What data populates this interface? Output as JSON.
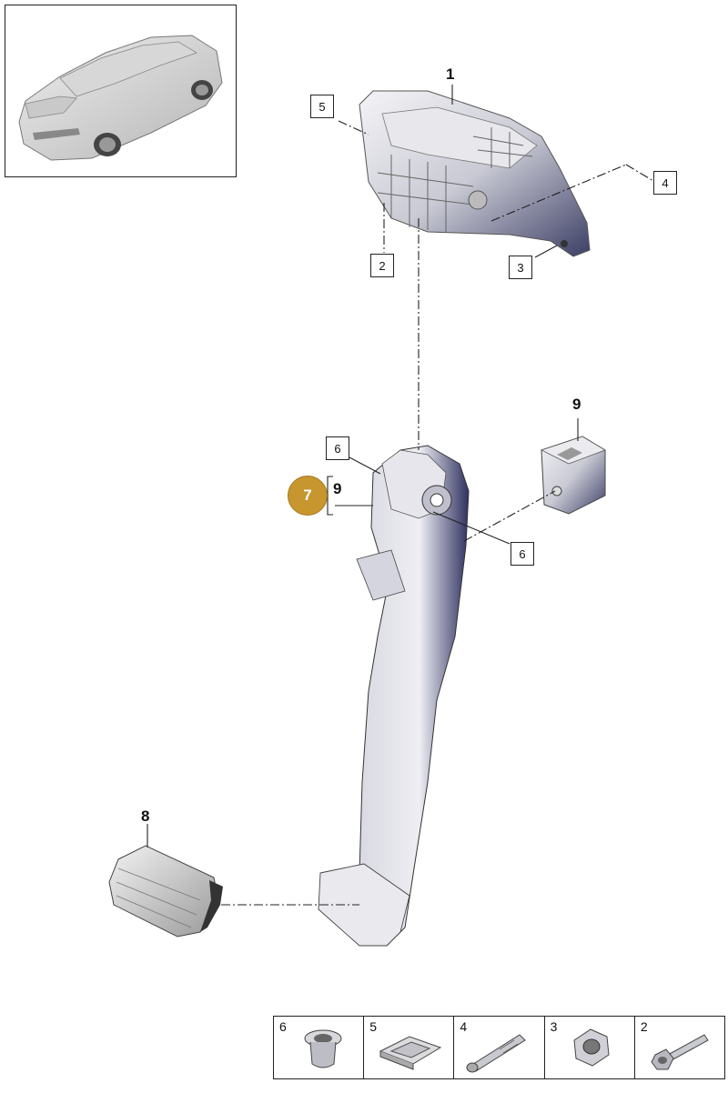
{
  "callouts": {
    "c1": "1",
    "c2": "2",
    "c3": "3",
    "c4": "4",
    "c5": "5",
    "c6_top": "6",
    "c6_right": "6",
    "c7": "7",
    "c8": "8",
    "c9_sensor": "9",
    "c9_bracket": "9"
  },
  "parts_strip": [
    {
      "number": "6",
      "icon": "bushing-icon"
    },
    {
      "number": "5",
      "icon": "clip-icon"
    },
    {
      "number": "4",
      "icon": "bolt-icon"
    },
    {
      "number": "3",
      "icon": "nut-icon"
    },
    {
      "number": "2",
      "icon": "screw-icon"
    }
  ],
  "colors": {
    "highlight": "#c7962f",
    "part_shade": "#b9bac6",
    "line": "#222222"
  }
}
